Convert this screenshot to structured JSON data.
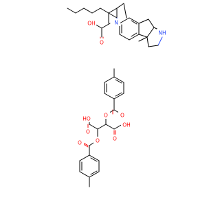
{
  "colors": {
    "bond": "#000000",
    "oxygen": "#ff0d0d",
    "nitrogen": "#3050f8",
    "background": "#ffffff"
  },
  "labels": {
    "carbamate_n": "N",
    "carbamate_oh": "OH",
    "carbamate_o": "O",
    "ring_nh": "NH",
    "tartrate_oh_left": "HO",
    "tartrate_o_left": "O",
    "tartrate_oh_right": "OH",
    "tartrate_o_right": "O",
    "ester_o_top": "O",
    "ester_co_top": "O",
    "ester_o_bottom": "O",
    "ester_co_bottom": "O"
  }
}
